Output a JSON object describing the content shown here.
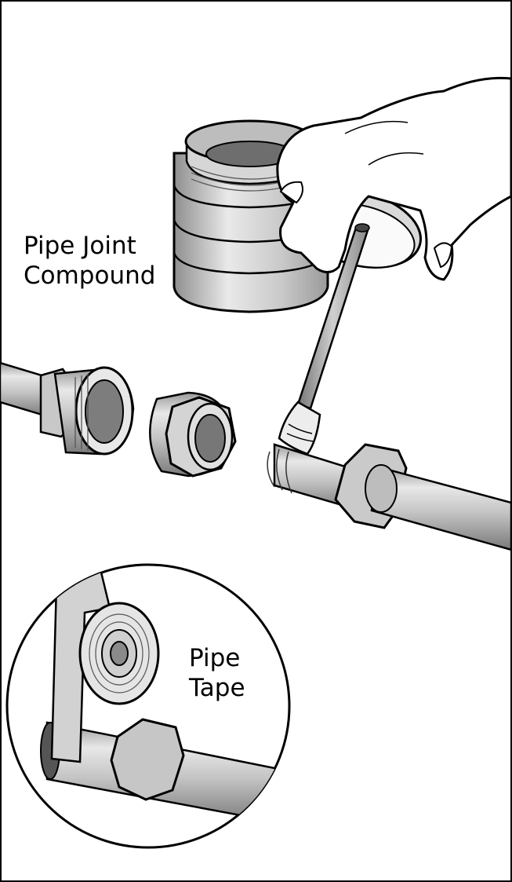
{
  "labels": {
    "compound": [
      "Pipe Joint",
      "Compound"
    ],
    "tape": [
      "Pipe",
      "Tape"
    ]
  },
  "colors": {
    "outline": "#000000",
    "metal_light": "#e6e6e6",
    "metal_mid": "#b9b9b9",
    "metal_dark": "#8c8c8c",
    "background": "#ffffff"
  }
}
